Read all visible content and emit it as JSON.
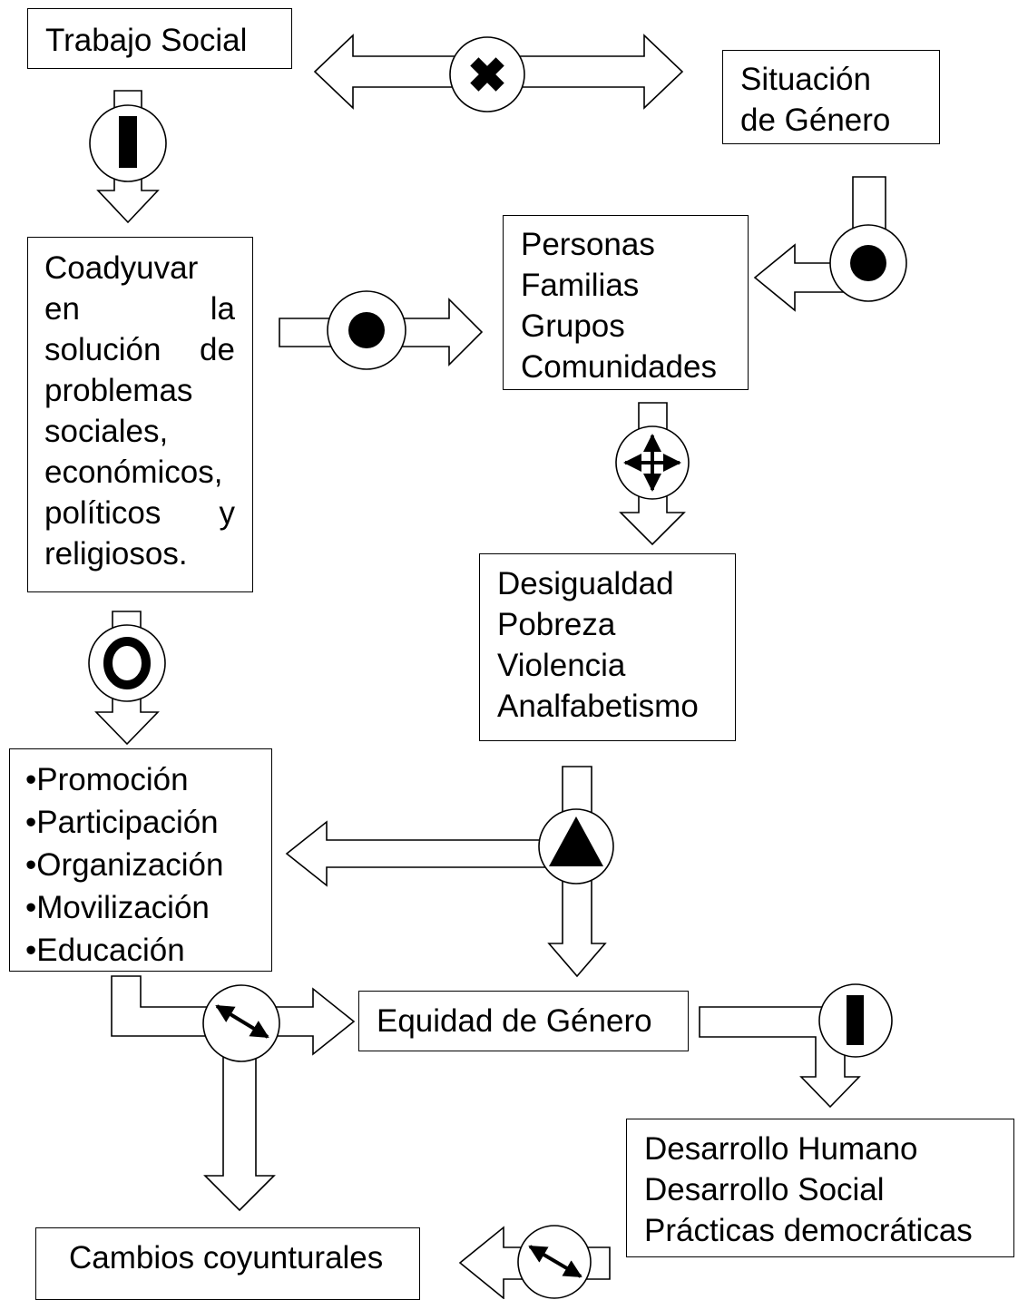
{
  "nodes": {
    "trabajo_social": {
      "text": "Trabajo Social"
    },
    "situacion_genero": {
      "lines": [
        "Situación",
        "de Género"
      ]
    },
    "coadyuvar": {
      "lines": [
        "Coadyuvar",
        "en la",
        "solución de",
        "problemas",
        "sociales,",
        "económicos,",
        "políticos y",
        "religiosos."
      ]
    },
    "personas": {
      "lines": [
        "Personas",
        "Familias",
        "Grupos",
        "Comunidades"
      ]
    },
    "desigualdad": {
      "lines": [
        "Desigualdad",
        "Pobreza",
        "Violencia",
        "Analfabetismo"
      ]
    },
    "acciones": {
      "items": [
        "Promoción",
        "Participación",
        "Organización",
        "Movilización",
        "Educación"
      ]
    },
    "equidad": {
      "text": "Equidad de Género"
    },
    "desarrollo": {
      "lines": [
        "Desarrollo Humano",
        "Desarrollo Social",
        "Prácticas democráticas"
      ]
    },
    "cambios": {
      "text": "Cambios coyunturales"
    }
  },
  "connectors": [
    {
      "from": "trabajo_social",
      "to": "situacion_genero",
      "symbol": "x-mark-icon",
      "style": "double-headed"
    },
    {
      "from": "trabajo_social",
      "to": "coadyuvar",
      "symbol": "vertical-bar-icon"
    },
    {
      "from": "situacion_genero",
      "to": "personas",
      "symbol": "dot-icon"
    },
    {
      "from": "coadyuvar",
      "to": "personas",
      "symbol": "dot-icon"
    },
    {
      "from": "personas",
      "to": "desigualdad",
      "symbol": "four-way-arrow-icon"
    },
    {
      "from": "coadyuvar",
      "to": "acciones",
      "symbol": "ring-icon"
    },
    {
      "from": "desigualdad",
      "to": [
        "acciones",
        "equidad"
      ],
      "symbol": "triangle-icon"
    },
    {
      "from": "acciones",
      "to": [
        "equidad",
        "cambios"
      ],
      "symbol": "diagonal-double-arrow-icon"
    },
    {
      "from": "equidad",
      "to": "desarrollo",
      "symbol": "vertical-bar-icon"
    },
    {
      "from": "desarrollo",
      "to": "cambios",
      "symbol": "diagonal-double-arrow-icon"
    }
  ]
}
